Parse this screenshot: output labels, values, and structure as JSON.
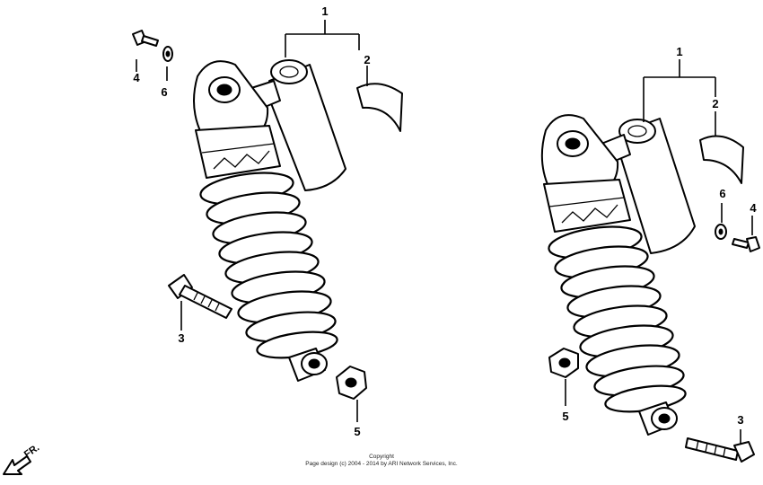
{
  "callouts": {
    "left": {
      "c1": "1",
      "c2": "2",
      "c3": "3",
      "c4": "4",
      "c5": "5",
      "c6": "6"
    },
    "right": {
      "c1": "1",
      "c2": "2",
      "c3": "3",
      "c4": "4",
      "c5": "5",
      "c6": "6"
    }
  },
  "direction": {
    "label": "FR."
  },
  "copyright": {
    "line1": "Copyright",
    "line2": "Page design (c) 2004 - 2014 by ARI Network Services, Inc."
  }
}
